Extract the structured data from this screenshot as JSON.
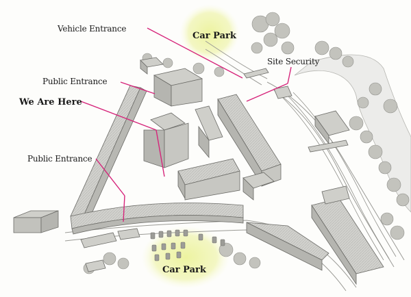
{
  "labels": {
    "vehicle_entrance": "Vehicle Entrance",
    "car_park_top": "Car Park",
    "site_security": "Site Security",
    "public_entrance_top": "Public Entrance",
    "we_are_here": "We Are Here",
    "public_entrance_bottom": "Public Entrance",
    "car_park_bottom": "Car Park"
  },
  "colors": {
    "pointer": "#d6247a",
    "car_park_highlight": "#eef3a4",
    "building_roof": "#d4d4d0",
    "building_wall": "#b9b9b4",
    "outline": "#6a6a66",
    "tree": "#bcbcb6"
  }
}
